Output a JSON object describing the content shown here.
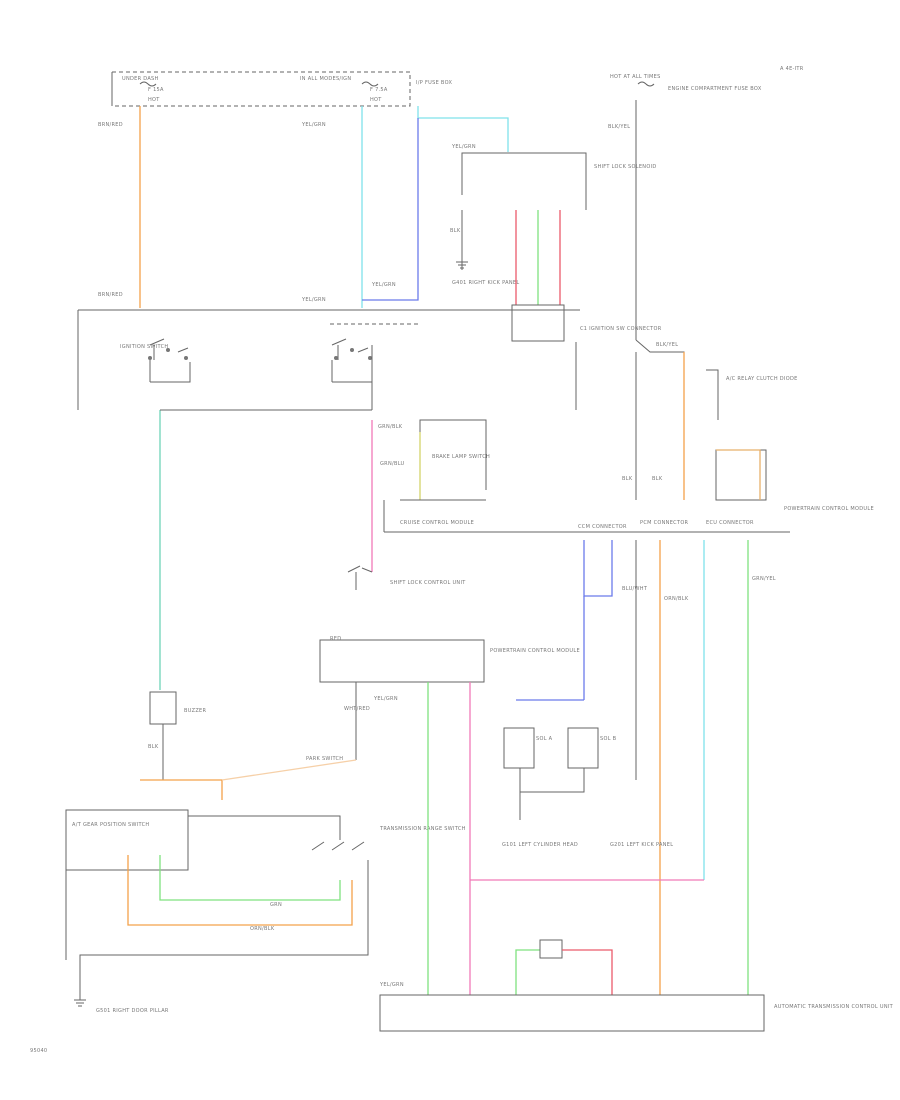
{
  "diagram": {
    "corner_tag": "A 4E-ITR",
    "figure_id": "95040",
    "components": {
      "fuse_box_left_hdr": "UNDER DASH",
      "fuse_box_left_fuse": "F 15A",
      "fuse_box_left_pin": "HOT",
      "fuse_box_mid_hdr": "IN ALL MODES/IGN",
      "fuse_box_mid_fuse": "F 7.5A",
      "fuse_box_mid_pin": "HOT",
      "fuse_box_note": "I/P FUSE BOX",
      "power_hdr": "HOT AT ALL TIMES",
      "power_desc": "ENGINE COMPARTMENT FUSE BOX",
      "sensor_top": "SHIFT LOCK SOLENOID",
      "ground_top": "G401 RIGHT KICK PANEL",
      "connector_top": "C1 IGNITION SW CONNECTOR",
      "relay_right": "A/C RELAY CLUTCH DIODE",
      "buzzer": "BRAKE LAMP SWITCH",
      "ccm": "CRUISE CONTROL MODULE",
      "pcm_connector": "CCM CONNECTOR",
      "pcm_connector2": "PCM CONNECTOR",
      "pcm_connector3": "ECU CONNECTOR",
      "pcm_side": "POWERTRAIN CONTROL MODULE",
      "interlock": "SHIFT LOCK CONTROL UNIT",
      "main_unit": "POWERTRAIN CONTROL MODULE",
      "buzzer_left": "BUZZER",
      "park_switch": "PARK SWITCH",
      "shift_switch": "A/T GEAR POSITION SWITCH",
      "solenoid_a": "SOL A",
      "solenoid_b": "SOL B",
      "ground_mid": "G101 LEFT CYLINDER HEAD",
      "ground_right": "G201 LEFT KICK PANEL",
      "ground_left": "G501 RIGHT DOOR PILLAR",
      "trans_switch": "TRANSMISSION RANGE SWITCH",
      "bottom_unit": "AUTOMATIC TRANSMISSION CONTROL UNIT",
      "ign_sw": "IGNITION SWITCH"
    },
    "wire_labels": {
      "w1": "BRN/RED",
      "w2": "YEL/GRN",
      "w3": "YEL/GRN",
      "w4": "BRN/RED",
      "w5": "YEL/GRN",
      "w6": "BLK",
      "w7": "BLK/YEL",
      "w8": "BLK/YEL",
      "w9": "GRN/BLK",
      "w10": "BLK",
      "w11": "BLU/WHT",
      "w12": "RED",
      "w13": "YEL/GRN",
      "w14": "GRN",
      "w15": "BLK",
      "w16": "ORN/BLK",
      "w17": "BLK",
      "w18": "GRN/BLU",
      "w19": "GRN/YEL",
      "w20": "YEL/GRN",
      "w21": "ORN/BLK",
      "w22": "YEL/GRN",
      "w23": "WHT/RED"
    }
  },
  "colors": {
    "orange": "#f3a24a",
    "cyan": "#7fe2ea",
    "blue": "#6b7bea",
    "green": "#7fe27f",
    "pink": "#f07ab8",
    "red": "#ea5a6b",
    "yellow": "#e8e06a",
    "teal": "#6fd4b8",
    "black": "#666666"
  }
}
